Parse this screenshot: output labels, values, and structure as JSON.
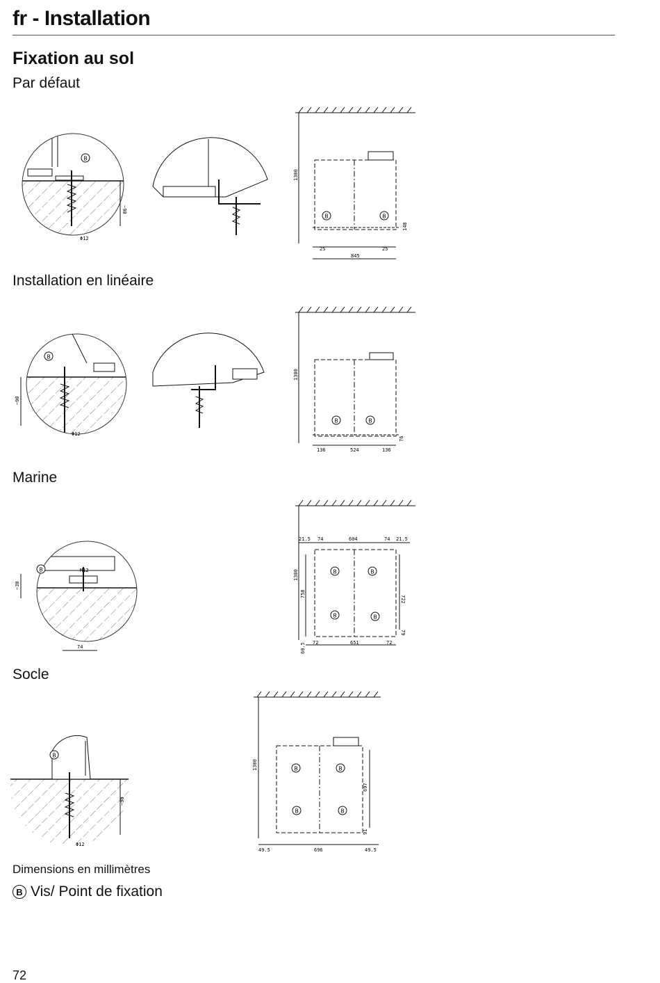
{
  "header": {
    "title": "fr - Installation"
  },
  "section": {
    "title": "Fixation au sol"
  },
  "subsections": {
    "default": "Par défaut",
    "linear": "Installation en linéaire",
    "marine": "Marine",
    "plinth": "Socle"
  },
  "marker": "B",
  "dims": {
    "default": {
      "wall": "1300",
      "left": "25",
      "right": "25",
      "width": "845",
      "height": "148",
      "depth": "~90",
      "dia": "Φ12"
    },
    "linear": {
      "wall": "1300",
      "left": "136",
      "mid": "524",
      "right": "136",
      "height": "76",
      "depth": "~90",
      "dia": "Φ12"
    },
    "marine": {
      "wall": "1300",
      "top": [
        "21.5",
        "74",
        "604",
        "74",
        "21.5"
      ],
      "h1": "758",
      "h2": "722",
      "h3": "79",
      "bottom": [
        "72",
        "651",
        "72"
      ],
      "b1": "60.5",
      "depth": "~30",
      "bolt": "M12",
      "span": "74"
    },
    "plinth": {
      "wall": "1300",
      "h1": "697",
      "h2": "91",
      "left": "49.5",
      "mid": "696",
      "right": "49.5",
      "depth": "~90",
      "dia": "Φ12"
    }
  },
  "footer": {
    "note": "Dimensions en millimètres",
    "legend": "Vis/ Point de fixation",
    "page": "72"
  }
}
